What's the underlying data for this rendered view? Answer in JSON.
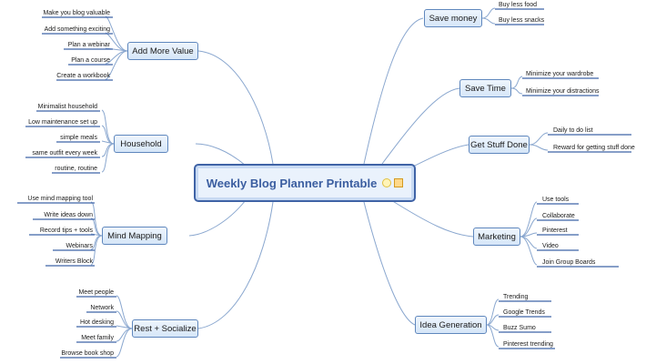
{
  "central": {
    "title": "Weekly Blog Planner Printable",
    "icons": [
      "note-icon",
      "attachment-icon"
    ]
  },
  "colors": {
    "line": "#8aa7cf",
    "underline": "#3f63a6",
    "branch_border": "#5f87bd"
  },
  "branches": {
    "add_more_value": {
      "label": "Add More Value",
      "leaves": [
        "Make you blog valuable",
        "Add something exciting",
        "Plan a webinar",
        "Plan a course",
        "Create a workbook"
      ]
    },
    "household": {
      "label": "Household",
      "leaves": [
        "Minimalist household",
        "Low maintenance set up",
        "simple meals",
        "same outfit every week",
        "routine, routine"
      ]
    },
    "mind_mapping": {
      "label": "Mind Mapping",
      "leaves": [
        "Use mind mapping tool",
        "Write ideas down",
        "Record tips + tools",
        "Webinars",
        "Writers Block"
      ]
    },
    "rest_socialize": {
      "label": "Rest + Socialize",
      "leaves": [
        "Meet people",
        "Network",
        "Hot desking",
        "Meet family",
        "Browse book shop"
      ]
    },
    "save_money": {
      "label": "Save money",
      "leaves": [
        "Buy less food",
        "Buy less snacks"
      ]
    },
    "save_time": {
      "label": "Save Time",
      "leaves": [
        "Minimize your wardrobe",
        "Minimize your distractions"
      ]
    },
    "get_stuff_done": {
      "label": "Get Stuff Done",
      "leaves": [
        "Daily to do list",
        "Reward for getting stuff done"
      ]
    },
    "marketing": {
      "label": "Marketing",
      "leaves": [
        "Use tools",
        "Collaborate",
        "Pinterest",
        "Video",
        "Join Group Boards"
      ]
    },
    "idea_generation": {
      "label": "Idea Generation",
      "leaves": [
        "Trending",
        "Google Trends",
        "Buzz Sumo",
        "Pinterest trending"
      ]
    }
  }
}
